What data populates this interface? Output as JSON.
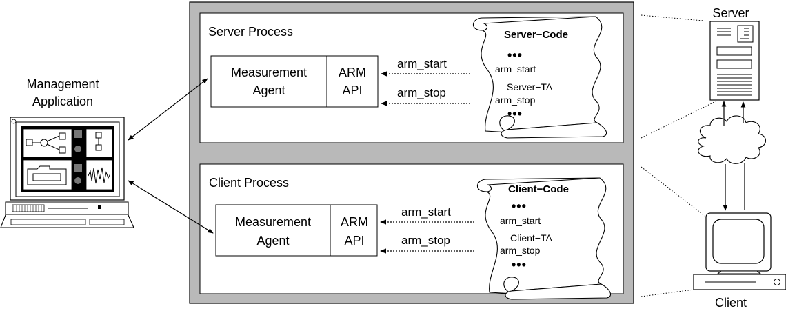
{
  "management": {
    "title_line1": "Management",
    "title_line2": "Application"
  },
  "server_process": {
    "title": "Server Process",
    "agent_line1": "Measurement",
    "agent_line2": "Agent",
    "api_line1": "ARM",
    "api_line2": "API",
    "call_start": "arm_start",
    "call_stop": "arm_stop",
    "code": {
      "title": "Server−Code",
      "dots_top": "•••",
      "line_start": "arm_start",
      "line_ta": "Server−TA",
      "line_stop": "arm_stop",
      "dots_bottom": "•••"
    }
  },
  "client_process": {
    "title": "Client Process",
    "agent_line1": "Measurement",
    "agent_line2": "Agent",
    "api_line1": "ARM",
    "api_line2": "API",
    "call_start": "arm_start",
    "call_stop": "arm_stop",
    "code": {
      "title": "Client−Code",
      "dots_top": "•••",
      "line_start": "arm_start",
      "line_ta": "Client−TA",
      "line_stop": "arm_stop",
      "dots_bottom": "•••"
    }
  },
  "network": {
    "server_label": "Server",
    "client_label": "Client"
  }
}
